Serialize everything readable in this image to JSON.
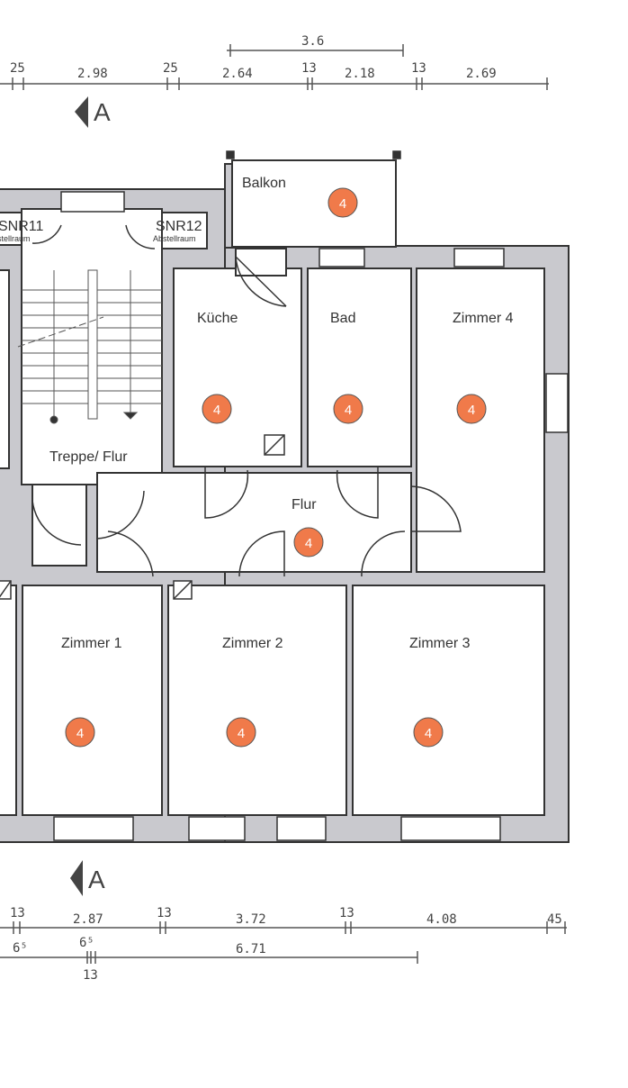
{
  "plan": {
    "rooms": {
      "balkon": "Balkon",
      "kueche": "Küche",
      "bad": "Bad",
      "zimmer4": "Zimmer 4",
      "treppe": "Treppe/ Flur",
      "flur": "Flur",
      "zimmer1": "Zimmer 1",
      "zimmer2": "Zimmer 2",
      "zimmer3": "Zimmer 3"
    },
    "storage": {
      "snr11": "SNR11",
      "snr12": "SNR12",
      "abstell": "Abstellraum"
    },
    "section_marker": "A",
    "room_badge": "4",
    "badge_color": "#f07a4a",
    "top_dimensions": {
      "upper": "3.6",
      "d1": "25",
      "d2": "2.98",
      "d3": "25",
      "d4": "2.64",
      "d5": "13",
      "d6": "2.18",
      "d7": "13",
      "d8": "2.69"
    },
    "bottom_dimensions": {
      "d1": "13",
      "d2": "2.87",
      "d3": "13",
      "d4": "3.72",
      "d5": "13",
      "d6": "4.08",
      "d7": "45",
      "sub1": "6⁵",
      "sub2": "6⁵",
      "sub3": "6.71",
      "sub4": "13"
    }
  }
}
